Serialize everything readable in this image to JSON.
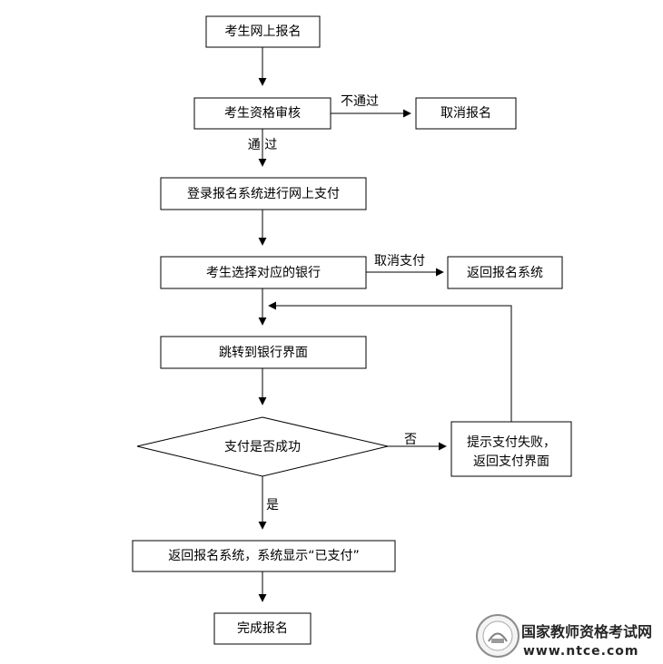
{
  "flow": {
    "register_online": "考生网上报名",
    "review": "考生资格审核",
    "not_pass": "不通过",
    "cancel_registration": "取消报名",
    "pass": "通 过",
    "login_pay": "登录报名系统进行网上支付",
    "select_bank": "考生选择对应的银行",
    "cancel_payment": "取消支付",
    "return_system": "返回报名系统",
    "jump_bank": "跳转到银行界面",
    "pay_success_q": "支付是否成功",
    "no": "否",
    "fail_line1": "提示支付失败，",
    "fail_line2": "返回支付界面",
    "yes": "是",
    "return_paid": "返回报名系统，系统显示“已支付”",
    "complete": "完成报名"
  },
  "watermark": {
    "site_name": "国家教师资格考试网",
    "url": "www.ntce.com"
  }
}
